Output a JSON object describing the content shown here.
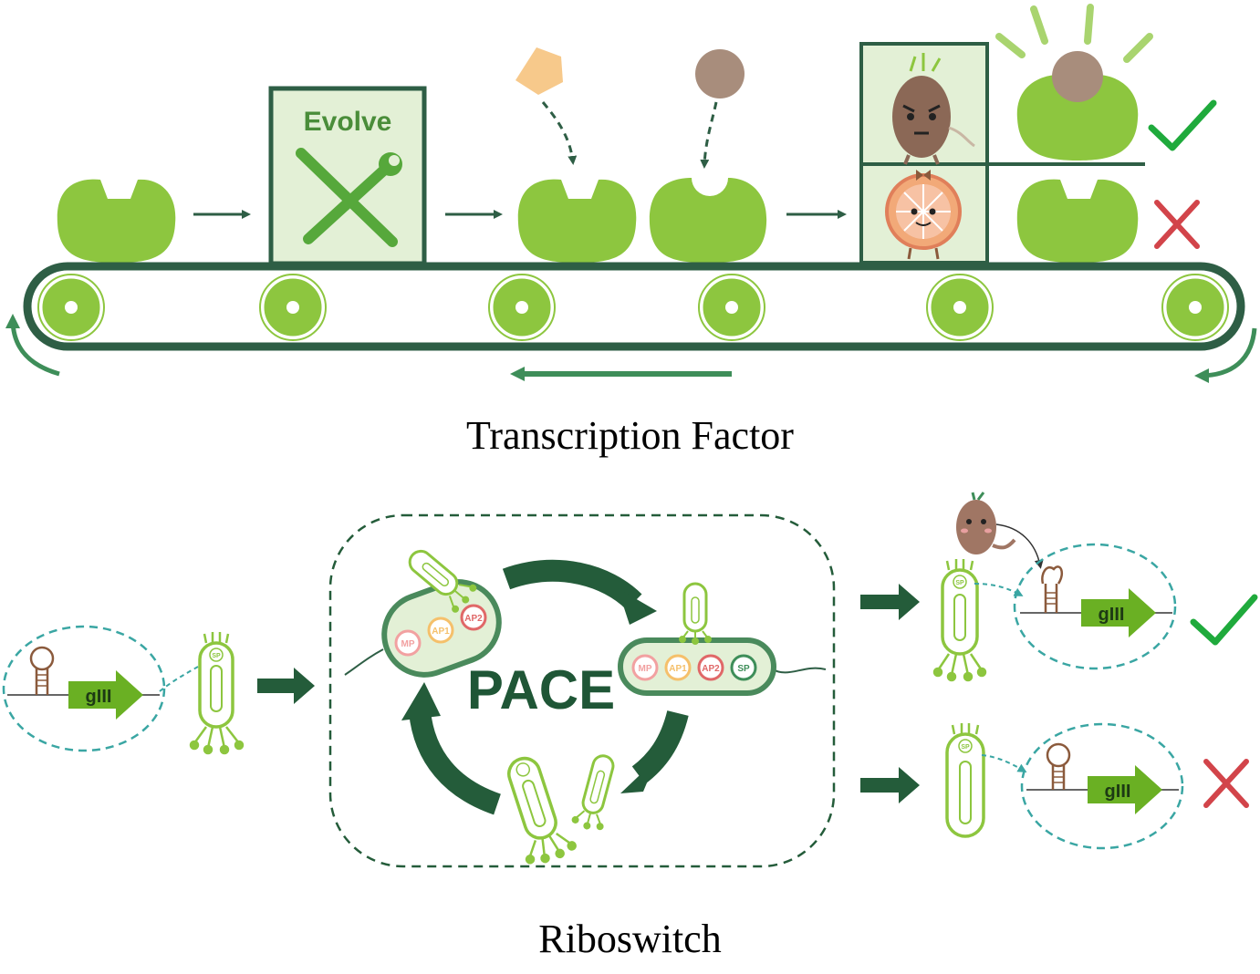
{
  "colors": {
    "accent_green": "#8dc63f",
    "dark_green": "#2e5e45",
    "mid_green": "#3e8e59",
    "light_green_fill": "#e3f0d6",
    "bright_green": "#56a83b",
    "ligand_pentagon": "#f7c98b",
    "ligand_circle": "#a88d7c",
    "check_green": "#1faa3c",
    "cross_red": "#d2444a",
    "dashed_teal": "#3aa6a3"
  },
  "transcription_factor": {
    "caption": "Transcription Factor",
    "evolve_label": "Evolve",
    "tools_icon": "wrench-screwdriver-icon",
    "result_pass_icon": "checkmark-icon",
    "result_fail_icon": "cross-icon"
  },
  "riboswitch": {
    "caption": "Riboswitch",
    "center_label": "PACE",
    "gene_label": "gIII",
    "particle_label": "SP",
    "host_cell_1_plasmids": [
      "MP",
      "AP1",
      "AP2"
    ],
    "host_cell_2_plasmids": [
      "MP",
      "AP1",
      "AP2",
      "SP"
    ],
    "result_pass_icon": "checkmark-icon",
    "result_fail_icon": "cross-icon"
  }
}
